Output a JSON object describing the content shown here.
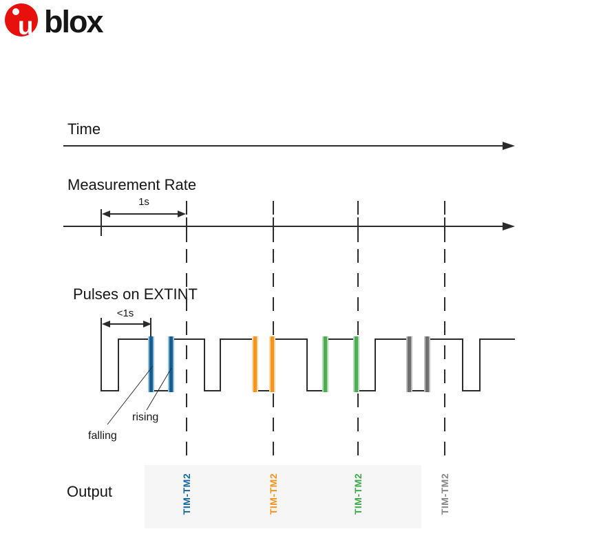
{
  "logo": {
    "circle_letter": "u",
    "wordmark": "blox",
    "red": "#e8100c"
  },
  "palette": {
    "line": "#2b2b2b",
    "text": "#1a1a1a",
    "red": "#e8100c",
    "panel": "#f6f6f6",
    "blue": "#195e93",
    "blue-h": "#8fc0dc",
    "orange": "#f8941d",
    "orange-h": "#fcd7a8",
    "green": "#4cad53",
    "green-h": "#b4dcb6",
    "gray": "#6f6f6f",
    "gray-h": "#bdbdbd"
  },
  "sections": {
    "time": {
      "label": "Time"
    },
    "measurement_rate": {
      "label": "Measurement Rate",
      "interval": "1s"
    },
    "pulses": {
      "label": "Pulses on EXTINT",
      "interval": "<1s",
      "falling": "falling",
      "rising": "rising"
    },
    "output": {
      "label": "Output"
    }
  },
  "outputs": [
    {
      "label": "TIM-TM2",
      "color": "#16699e"
    },
    {
      "label": "TIM-TM2",
      "color": "#f7941e"
    },
    {
      "label": "TIM-TM2",
      "color": "#3faa4c"
    },
    {
      "label": "TIM-TM2",
      "color": "#878787"
    }
  ],
  "pulses_shown": [
    {
      "color": "blue",
      "first_edge": "falling",
      "second_edge": "rising"
    },
    {
      "color": "orange",
      "first_edge": "falling",
      "second_edge": "rising"
    },
    {
      "color": "green",
      "first_edge": "rising",
      "second_edge": "falling"
    },
    {
      "color": "gray",
      "first_edge": "falling",
      "second_edge": "rising"
    }
  ]
}
